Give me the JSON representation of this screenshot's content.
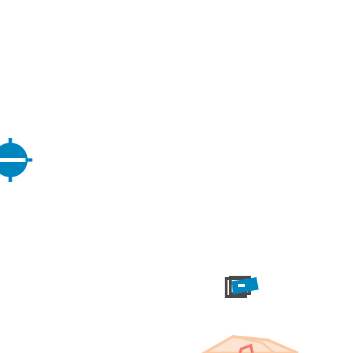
{
  "map": {
    "background_color": "#ffffff",
    "accent_color": "#0086bf",
    "marker_color": "#4a4a4a",
    "region_fill_color": "#fde3d2",
    "region_stroke_color": "#fbc9a4",
    "region_highlight_color": "#f27a6a",
    "symbols": [
      {
        "name": "location-crosshair-icon",
        "kind": "gps-target"
      },
      {
        "name": "building-marker-icon",
        "kind": "poi"
      },
      {
        "name": "region-polygon",
        "kind": "area"
      }
    ]
  }
}
